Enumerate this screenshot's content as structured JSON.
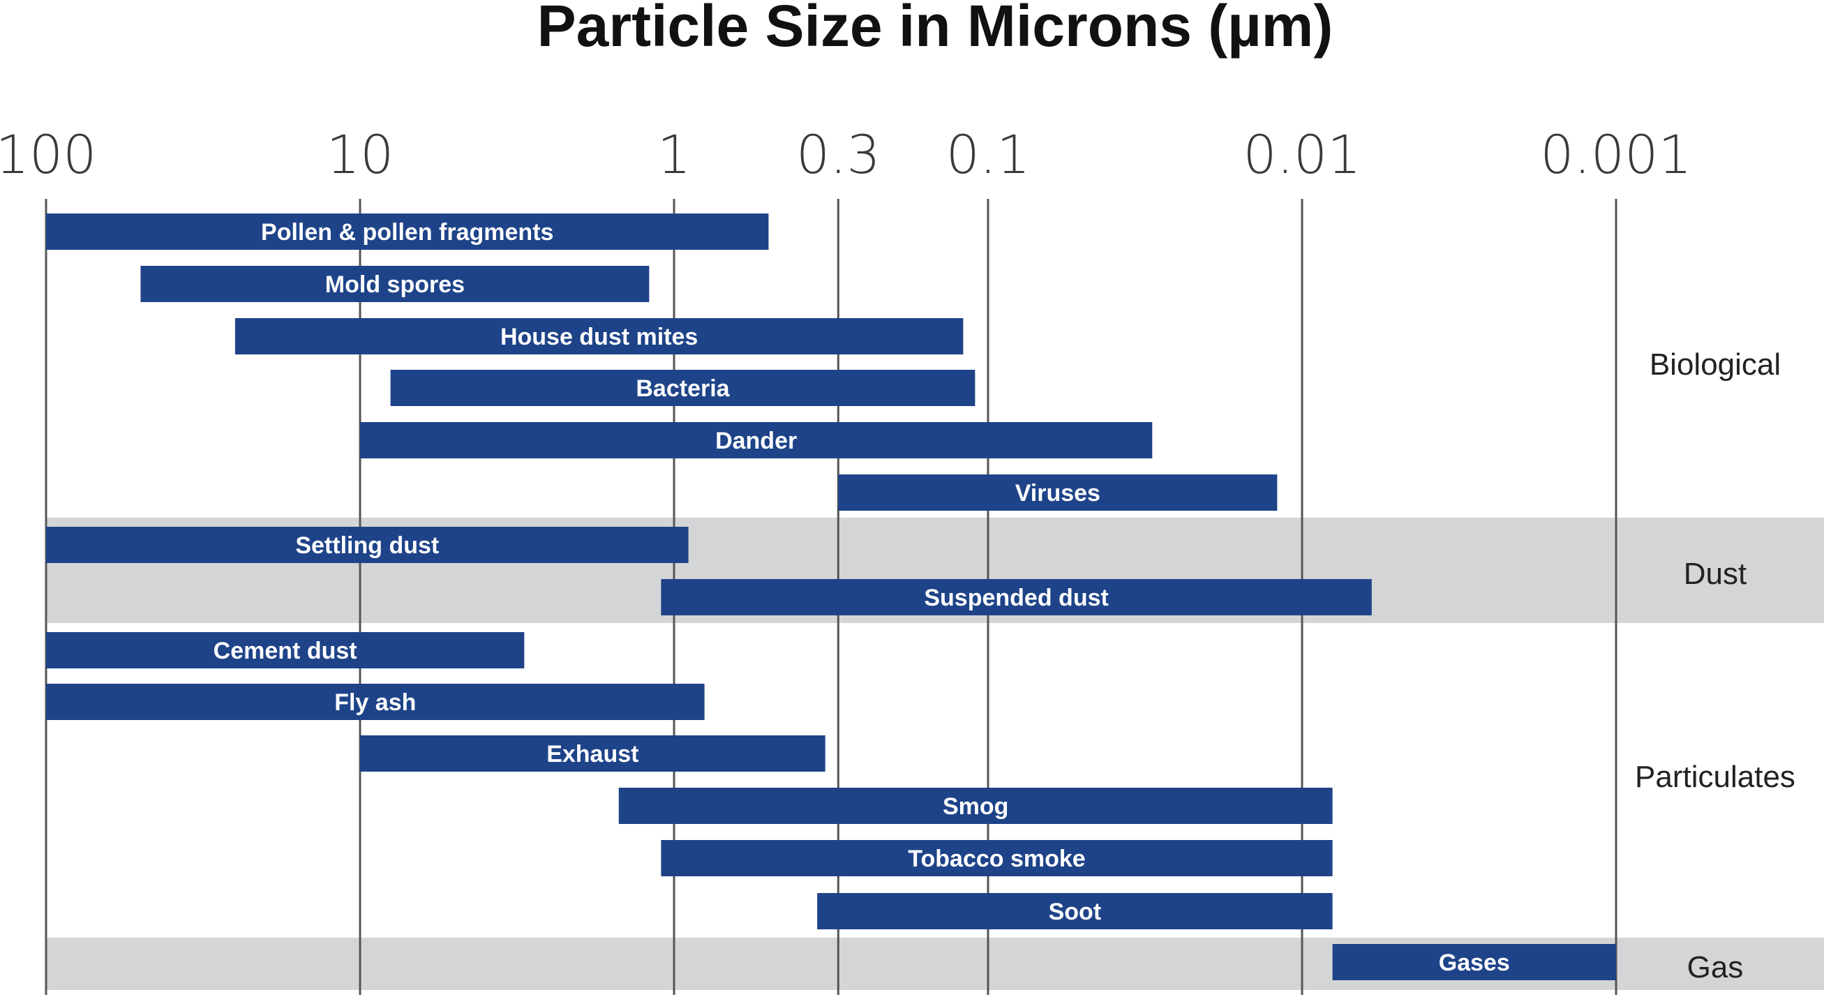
{
  "chart_data": {
    "type": "bar",
    "orientation": "horizontal-range",
    "title": "Particle Size in Microns (µm)",
    "x_scale": "log",
    "x_reversed": true,
    "xlim": [
      100,
      0.001
    ],
    "ticks": [
      {
        "value": 100,
        "label": "100"
      },
      {
        "value": 10,
        "label": "10"
      },
      {
        "value": 1,
        "label": "1"
      },
      {
        "value": 0.3,
        "label": "0.3"
      },
      {
        "value": 0.1,
        "label": "0.1"
      },
      {
        "value": 0.01,
        "label": "0.01"
      },
      {
        "value": 0.001,
        "label": "0.001"
      }
    ],
    "grid": true,
    "groups": [
      {
        "name": "Biological",
        "shaded": false
      },
      {
        "name": "Dust",
        "shaded": true
      },
      {
        "name": "Particulates",
        "shaded": false
      },
      {
        "name": "Gas",
        "shaded": true
      }
    ],
    "bars": [
      {
        "label": "Pollen & pollen fragments",
        "group": "Biological",
        "max": 100,
        "min": 0.5
      },
      {
        "label": "Mold spores",
        "group": "Biological",
        "max": 50,
        "min": 1.2
      },
      {
        "label": "House dust mites",
        "group": "Biological",
        "max": 25,
        "min": 0.12
      },
      {
        "label": "Bacteria",
        "group": "Biological",
        "max": 8,
        "min": 0.11
      },
      {
        "label": "Dander",
        "group": "Biological",
        "max": 10,
        "min": 0.03
      },
      {
        "label": "Viruses",
        "group": "Biological",
        "max": 0.3,
        "min": 0.012
      },
      {
        "label": "Settling dust",
        "group": "Dust",
        "max": 100,
        "min": 0.9
      },
      {
        "label": "Suspended dust",
        "group": "Dust",
        "max": 1.1,
        "min": 0.006
      },
      {
        "label": "Cement dust",
        "group": "Particulates",
        "max": 100,
        "min": 3
      },
      {
        "label": "Fly ash",
        "group": "Particulates",
        "max": 100,
        "min": 0.8
      },
      {
        "label": "Exhaust",
        "group": "Particulates",
        "max": 10,
        "min": 0.33
      },
      {
        "label": "Smog",
        "group": "Particulates",
        "max": 1.5,
        "min": 0.008
      },
      {
        "label": "Tobacco smoke",
        "group": "Particulates",
        "max": 1.1,
        "min": 0.008
      },
      {
        "label": "Soot",
        "group": "Particulates",
        "max": 0.35,
        "min": 0.008
      },
      {
        "label": "Gases",
        "group": "Gas",
        "max": 0.008,
        "min": 0.001
      }
    ],
    "colors": {
      "bar": "#1e4388",
      "band": "#d4d5d7",
      "gridline": "#555555",
      "bar_text": "#ffffff"
    }
  }
}
